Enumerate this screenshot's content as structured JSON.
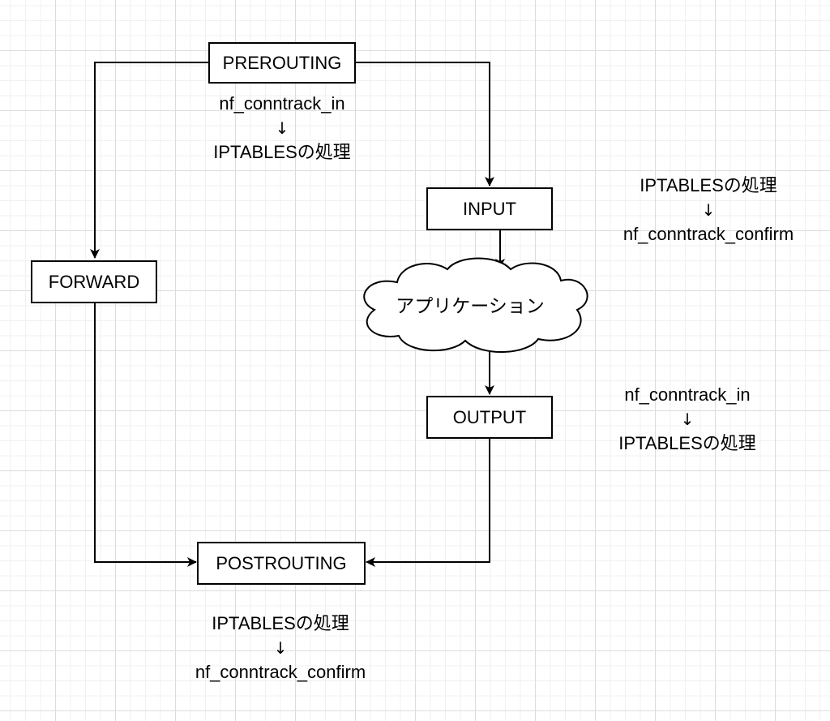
{
  "nodes": {
    "prerouting": "PREROUTING",
    "input": "INPUT",
    "forward": "FORWARD",
    "application": "アプリケーション",
    "output": "OUTPUT",
    "postrouting": "POSTROUTING"
  },
  "notes": {
    "prerouting": [
      "nf_conntrack_in",
      "↓",
      "IPTABLESの処理"
    ],
    "input": [
      "IPTABLESの処理",
      "↓",
      "nf_conntrack_confirm"
    ],
    "output": [
      "nf_conntrack_in",
      "↓",
      "IPTABLESの処理"
    ],
    "postrouting": [
      "IPTABLESの処理",
      "↓",
      "nf_conntrack_confirm"
    ]
  },
  "edges": [
    {
      "from": "PREROUTING",
      "to": "FORWARD"
    },
    {
      "from": "PREROUTING",
      "to": "INPUT"
    },
    {
      "from": "INPUT",
      "to": "アプリケーション"
    },
    {
      "from": "アプリケーション",
      "to": "OUTPUT"
    },
    {
      "from": "FORWARD",
      "to": "POSTROUTING"
    },
    {
      "from": "OUTPUT",
      "to": "POSTROUTING"
    }
  ]
}
